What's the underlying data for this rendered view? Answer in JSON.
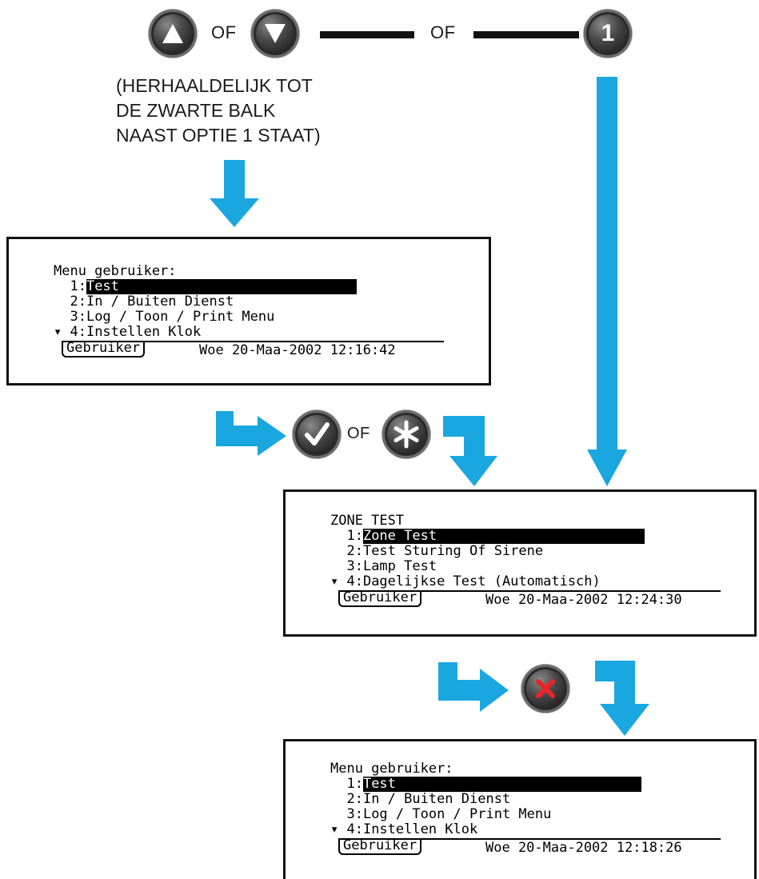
{
  "top_row": {
    "or_label_1": "OF",
    "or_label_2": "OF",
    "keys": [
      {
        "name": "up-arrow-key",
        "icon": "up-triangle"
      },
      {
        "name": "down-arrow-key",
        "icon": "down-triangle"
      },
      {
        "name": "digit-1-key",
        "icon": "digit-1",
        "label": "1"
      }
    ]
  },
  "instruction": "(HERHAALDELIJK TOT\nDE ZWARTE BALK\nNAAST OPTIE 1 STAAT)",
  "screen1": {
    "title": "Menu gebruiker:",
    "items": [
      {
        "num": "  1:",
        "label": "Test",
        "selected": true
      },
      {
        "num": "  2:",
        "label": "In / Buiten Dienst",
        "selected": false
      },
      {
        "num": "  3:",
        "label": "Log / Toon / Print Menu",
        "selected": false
      },
      {
        "num": "▾ 4:",
        "label": "Instellen Klok",
        "selected": false
      }
    ],
    "tab": "Gebruiker",
    "clock": "Woe 20-Maa-2002 12:16:42"
  },
  "middle_row": {
    "or_label": "OF",
    "keys": [
      {
        "name": "check-key",
        "icon": "checkmark"
      },
      {
        "name": "star-key",
        "icon": "asterisk"
      }
    ]
  },
  "screen2": {
    "title": "ZONE TEST",
    "items": [
      {
        "num": "  1:",
        "label": "Zone Test",
        "selected": true
      },
      {
        "num": "  2:",
        "label": "Test Sturing Of Sirene",
        "selected": false
      },
      {
        "num": "  3:",
        "label": "Lamp Test",
        "selected": false
      },
      {
        "num": "▾ 4:",
        "label": "Dagelijkse Test (Automatisch)",
        "selected": false
      }
    ],
    "tab": "Gebruiker",
    "clock": "Woe 20-Maa-2002 12:24:30"
  },
  "cancel_row": {
    "keys": [
      {
        "name": "cancel-key",
        "icon": "red-x"
      }
    ]
  },
  "screen3": {
    "title": "Menu gebruiker:",
    "items": [
      {
        "num": "  1:",
        "label": "Test",
        "selected": true
      },
      {
        "num": "  2:",
        "label": "In / Buiten Dienst",
        "selected": false
      },
      {
        "num": "  3:",
        "label": "Log / Toon / Print Menu",
        "selected": false
      },
      {
        "num": "▾ 4:",
        "label": "Instellen Klok",
        "selected": false
      }
    ],
    "tab": "Gebruiker",
    "clock": "Woe 20-Maa-2002 12:18:26"
  },
  "colors": {
    "arrow": "#1aa7e0",
    "cancel_x": "#e8262a",
    "key_body": "#2a2a2a",
    "line": "#111111"
  }
}
